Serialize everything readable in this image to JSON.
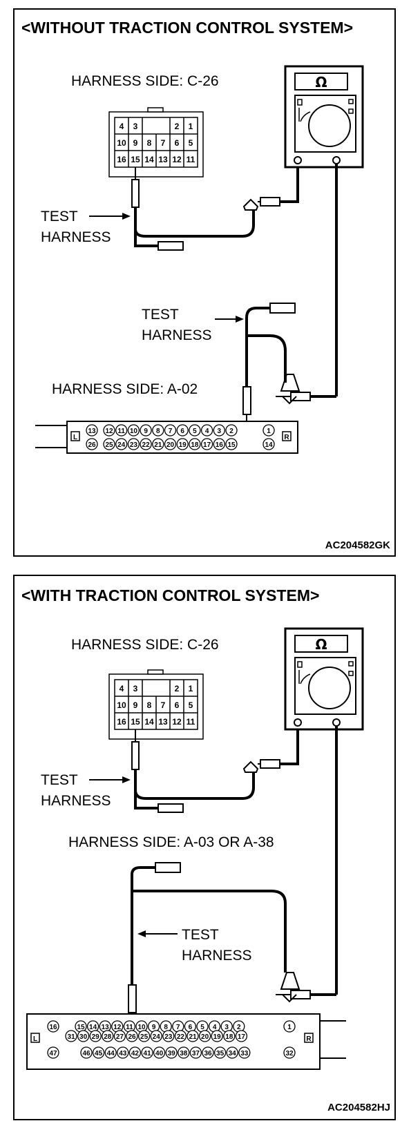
{
  "panel1": {
    "title": "<WITHOUT TRACTION CONTROL SYSTEM>",
    "label_top": "HARNESS SIDE: C-26",
    "test_harness_1": [
      "TEST",
      "HARNESS"
    ],
    "test_harness_2": [
      "TEST",
      "HARNESS"
    ],
    "label_bottom": "HARNESS SIDE: A-02",
    "code": "AC204582GK",
    "connector_a_row1": [
      "13",
      "12",
      "11",
      "10",
      "9",
      "8",
      "7",
      "6",
      "5",
      "4",
      "3",
      "2",
      "1"
    ],
    "connector_a_row2": [
      "26",
      "25",
      "24",
      "23",
      "22",
      "21",
      "20",
      "19",
      "18",
      "17",
      "16",
      "15",
      "14"
    ],
    "side_left": "L",
    "side_right": "R"
  },
  "panel2": {
    "title": "<WITH TRACTION CONTROL SYSTEM>",
    "label_top": "HARNESS SIDE: C-26",
    "test_harness_1": [
      "TEST",
      "HARNESS"
    ],
    "label_bottom": "HARNESS SIDE: A-03 OR A-38",
    "test_harness_2": [
      "TEST",
      "HARNESS"
    ],
    "code": "AC204582HJ",
    "connector_b_row1": [
      "16",
      "15",
      "14",
      "13",
      "12",
      "11",
      "10",
      "9",
      "8",
      "7",
      "6",
      "5",
      "4",
      "3",
      "2",
      "1"
    ],
    "connector_b_row2": [
      "31",
      "30",
      "29",
      "28",
      "27",
      "26",
      "25",
      "24",
      "23",
      "22",
      "21",
      "20",
      "19",
      "18",
      "17"
    ],
    "connector_b_row3": [
      "47",
      "46",
      "45",
      "44",
      "43",
      "42",
      "41",
      "40",
      "39",
      "38",
      "37",
      "36",
      "35",
      "34",
      "33",
      "32"
    ],
    "side_left": "L",
    "side_right": "R"
  },
  "c26_grid": [
    [
      "4",
      "3",
      "",
      "",
      "2",
      "1"
    ],
    [
      "10",
      "9",
      "8",
      "7",
      "6",
      "5"
    ],
    [
      "16",
      "15",
      "14",
      "13",
      "12",
      "11"
    ]
  ],
  "meter": {
    "symbol": "Ω",
    "icon": "ohmmeter-icon"
  }
}
